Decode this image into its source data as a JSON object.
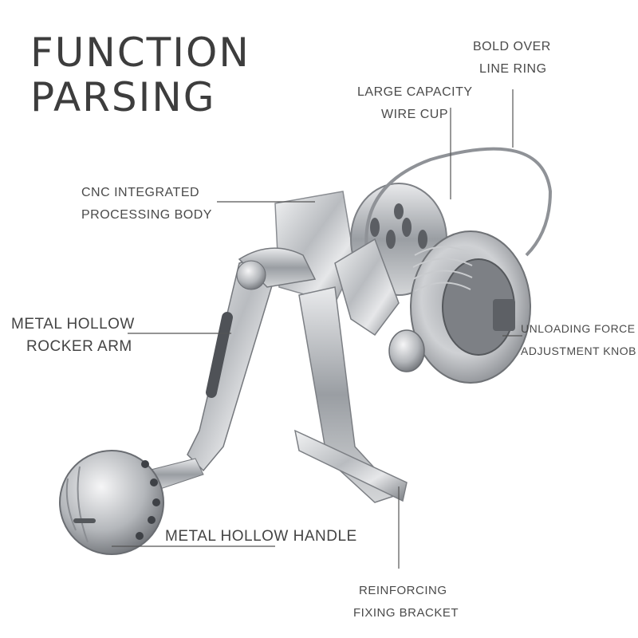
{
  "title": {
    "line1": "FUNCTION",
    "line2": "PARSING"
  },
  "labels": {
    "bold_over": {
      "line1": "BOLD OVER",
      "line2": "LINE RING"
    },
    "wire_cup": {
      "line1": "LARGE CAPACITY",
      "line2": "WIRE CUP"
    },
    "cnc_body": {
      "line1": "CNC INTEGRATED",
      "line2": "PROCESSING BODY"
    },
    "rocker_arm": {
      "line1": "METAL HOLLOW",
      "line2": "ROCKER ARM"
    },
    "unloading": {
      "line1": "UNLOADING FORCE",
      "line2": "ADJUSTMENT KNOB"
    },
    "handle": {
      "line1": "METAL HOLLOW HANDLE"
    },
    "bracket": {
      "line1": "REINFORCING",
      "line2": "FIXING BRACKET"
    }
  },
  "colors": {
    "text": "#3d3d3d",
    "leader": "#555555",
    "metal_light": "#d9dadc",
    "metal_dark": "#6f7276"
  }
}
